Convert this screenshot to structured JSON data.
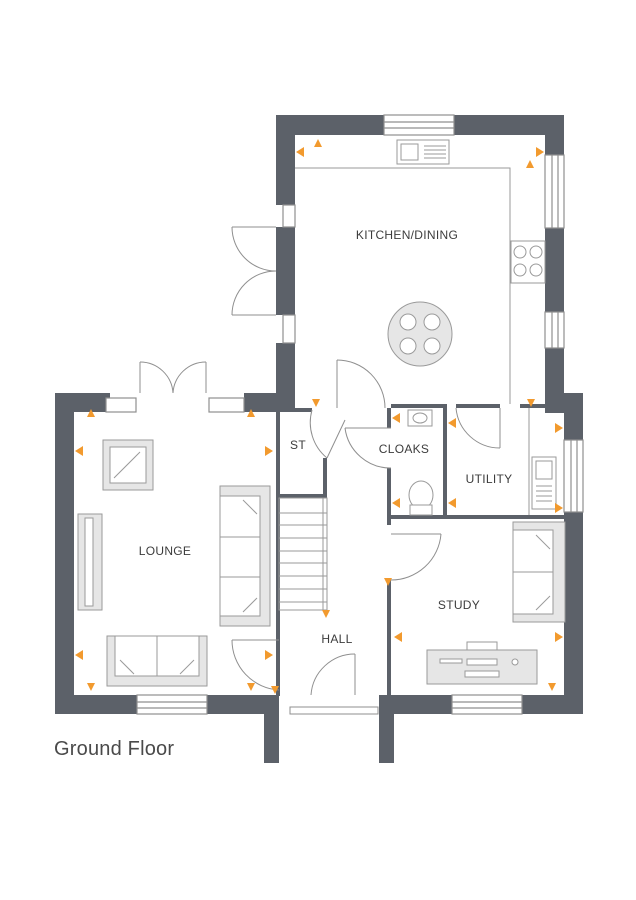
{
  "caption": "Ground Floor",
  "rooms": {
    "kitchen_dining": "KITCHEN/DINING",
    "lounge": "LOUNGE",
    "st": "ST",
    "cloaks": "CLOAKS",
    "utility": "UTILITY",
    "hall": "HALL",
    "study": "STUDY"
  },
  "colors": {
    "wall": "#5c6169",
    "inner_wall": "#5c6169",
    "fixture_fill": "#e6e6e6",
    "fixture_stroke": "#9a9a9a",
    "marker": "#f29a2e",
    "text": "#3c3c3c"
  }
}
